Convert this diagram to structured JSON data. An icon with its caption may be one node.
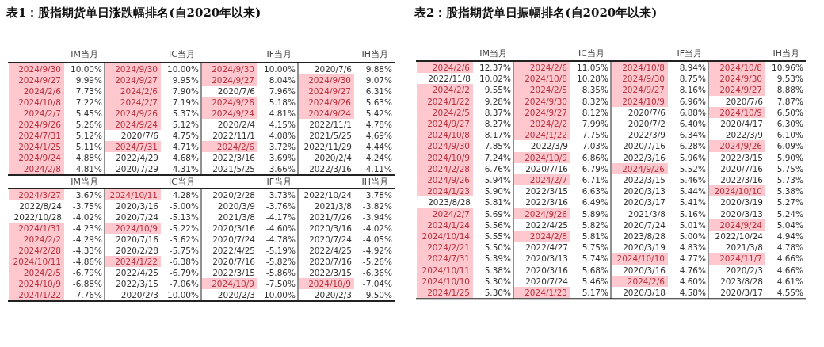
{
  "diagram": {
    "nodes": [
      {
        "text": [
          "2024/9/30"
        ]
      },
      {
        "text": [
          "2024/9/30"
        ]
      },
      {
        "text": [
          "2024/9/30"
        ]
      },
      {
        "text": [
          "2024/9/27"
        ]
      },
      {
        "text": [
          "2024/9/27"
        ]
      },
      {
        "text": [
          "2024/9/27"
        ]
      },
      {
        "text": [
          "2024/9/30"
        ]
      },
      {
        "text": [
          "2024/2/6"
        ]
      },
      {
        "text": [
          "2024/2/6"
        ]
      },
      {
        "text": [
          "2024/9/27"
        ]
      },
      {
        "text": [
          "2024/10/8"
        ]
      },
      {
        "text": [
          "2024/2/7"
        ]
      },
      {
        "text": [
          "2024/9/26"
        ]
      },
      {
        "text": [
          "2024/9/26"
        ]
      },
      {
        "text": [
          "2024/2/7"
        ]
      },
      {
        "text": [
          "2024/9/26"
        ]
      },
      {
        "text": [
          "2024/9/24"
        ]
      },
      {
        "text": [
          "2024/9/24"
        ]
      },
      {
        "text": [
          "2024/9/26"
        ]
      },
      {
        "text": [
          "2024/9/24"
        ]
      },
      {
        "text": [
          "2024/7/31"
        ]
      },
      {
        "text": [
          "2024/1/25"
        ]
      },
      {
        "text": [
          "2024/7/31"
        ]
      },
      {
        "text": [
          "2024/2/6"
        ]
      },
      {
        "text": [
          "2024/9/24"
        ]
      },
      {
        "text": [
          "2024/2/8"
        ]
      },
      {
        "text": [
          "2024/3/27"
        ]
      },
      {
        "text": [
          "2024/10/11"
        ]
      },
      {
        "text": [
          "2024/1/31"
        ]
      },
      {
        "text": [
          "2024/10/9"
        ]
      },
      {
        "text": [
          "2024/2/2"
        ]
      },
      {
        "text": [
          "2024/2/28"
        ]
      },
      {
        "text": [
          "2024/10/11"
        ]
      },
      {
        "text": [
          "2024/1/22"
        ]
      },
      {
        "text": [
          "2024/2/5"
        ]
      },
      {
        "text": [
          "2024/10/9"
        ]
      },
      {
        "text": [
          "2024/10/9"
        ]
      },
      {
        "text": [
          "2024/10/9"
        ]
      },
      {
        "text": [
          "2024/1/22"
        ]
      },
      {
        "text": [
          "2024/2/6"
        ]
      },
      {
        "text": [
          "2024/2/6"
        ]
      },
      {
        "text": [
          "2024/10/8"
        ]
      },
      {
        "text": [
          "2024/10/8"
        ]
      },
      {
        "text": [
          "2024/10/8"
        ]
      },
      {
        "text": [
          "2024/9/30"
        ]
      },
      {
        "text": [
          "2024/9/30"
        ]
      },
      {
        "text": [
          "2024/2/2"
        ]
      },
      {
        "text": [
          "2024/2/5"
        ]
      },
      {
        "text": [
          "2024/9/27"
        ]
      },
      {
        "text": [
          "2024/9/27"
        ]
      },
      {
        "text": [
          "2024/1/22"
        ]
      },
      {
        "text": [
          "2024/9/30"
        ]
      },
      {
        "text": [
          "2024/10/9"
        ]
      },
      {
        "text": [
          "2024/2/5"
        ]
      },
      {
        "text": [
          "2024/9/27"
        ]
      },
      {
        "text": [
          "2024/10/9"
        ]
      },
      {
        "text": [
          "2024/9/27"
        ]
      },
      {
        "text": [
          "2024/2/2"
        ]
      },
      {
        "text": [
          "2024/10/8"
        ]
      },
      {
        "text": [
          "2024/1/22"
        ]
      },
      {
        "text": [
          "2024/9/30"
        ]
      },
      {
        "text": [
          "2024/9/26"
        ]
      },
      {
        "text": [
          "2024/10/9"
        ]
      },
      {
        "text": [
          "2024/10/9"
        ]
      },
      {
        "text": [
          "2024/2/28"
        ]
      },
      {
        "text": [
          "2024/9/26"
        ]
      },
      {
        "text": [
          "2024/9/26"
        ]
      },
      {
        "text": [
          "2024/2/7"
        ]
      },
      {
        "text": [
          "2024/1/23"
        ]
      },
      {
        "text": [
          "2024/10/10"
        ]
      },
      {
        "text": [
          "2024/2/7"
        ]
      },
      {
        "text": [
          "2024/9/26"
        ]
      },
      {
        "text": [
          "2024/1/24"
        ]
      },
      {
        "text": [
          "2024/9/24"
        ]
      },
      {
        "text": [
          "2024/10/14"
        ]
      },
      {
        "text": [
          "2024/2/8"
        ]
      },
      {
        "text": [
          "2024/2/21"
        ]
      },
      {
        "text": [
          "2024/7/31"
        ]
      },
      {
        "text": [
          "2024/10/10"
        ]
      },
      {
        "text": [
          "2024/11/7"
        ]
      },
      {
        "text": [
          "2024/10/11"
        ]
      },
      {
        "text": [
          "2024/10/10"
        ]
      },
      {
        "text": [
          "2024/2/6"
        ]
      },
      {
        "text": [
          "2024/1/25"
        ]
      },
      {
        "text": [
          "2024/1/23"
        ]
      }
    ],
    "labels": [
      "表1：股指期货单日涨跌幅排名(自2020年以来)",
      "IM当月",
      "IC当月",
      "IF当月",
      "IH当月",
      "10.00%",
      "10.00%",
      "10.00%",
      "2020/7/6",
      "9.88%",
      "9.99%",
      "9.95%",
      "8.04%",
      "9.07%",
      "7.73%",
      "7.90%",
      "2020/7/6",
      "7.96%",
      "6.31%",
      "7.22%",
      "7.19%",
      "5.18%",
      "5.63%",
      "5.45%",
      "5.37%",
      "4.81%",
      "5.42%",
      "5.26%",
      "5.12%",
      "2020/2/4",
      "4.15%",
      "2022/11/1",
      "4.78%",
      "5.12%",
      "2020/7/6",
      "4.75%",
      "2022/11/1",
      "4.08%",
      "2021/5/25",
      "4.69%",
      "5.11%",
      "4.71%",
      "3.72%",
      "2022/11/29",
      "4.44%",
      "4.88%",
      "2022/4/29",
      "4.68%",
      "2022/3/16",
      "3.69%",
      "2020/2/4",
      "4.24%",
      "4.81%",
      "2020/7/29",
      "4.31%",
      "2021/5/25",
      "3.66%",
      "2022/3/16",
      "4.11%",
      "IM当月",
      "IC当月",
      "IF当月",
      "IH当月",
      "-3.67%",
      "-4.28%",
      "2020/2/28",
      "-3.73%",
      "2022/10/24",
      "-3.78%",
      "2022/8/24",
      "-3.75%",
      "2020/3/16",
      "-5.00%",
      "2020/3/9",
      "-3.76%",
      "2021/3/8",
      "-3.82%",
      "2022/10/28",
      "-4.02%",
      "2020/7/24",
      "-5.13%",
      "2021/3/8",
      "-4.17%",
      "2021/7/26",
      "-3.94%",
      "-4.23%",
      "-5.22%",
      "2020/3/16",
      "-4.60%",
      "2020/3/16",
      "-4.02%",
      "-4.29%",
      "2020/7/16",
      "-5.62%",
      "2020/7/24",
      "-4.78%",
      "2020/7/24",
      "-4.05%",
      "-4.33%",
      "2020/2/28",
      "-5.75%",
      "2022/4/25",
      "-5.19%",
      "2022/4/25",
      "-4.92%",
      "-4.86%",
      "-6.38%",
      "2020/7/16",
      "-5.82%",
      "2020/7/16",
      "-5.26%",
      "-6.79%",
      "2022/4/25",
      "-6.79%",
      "2022/3/15",
      "-5.86%",
      "2022/3/15",
      "-6.36%",
      "-6.88%",
      "2022/3/15",
      "-7.06%",
      "-7.50%",
      "-7.04%",
      "-7.76%",
      "2020/2/3",
      "-10.00%",
      "2020/2/3",
      "-10.00%",
      "2020/2/3",
      "-9.50%",
      "表2：股指期货单日振幅排名(自2020年以来)",
      "IM当月",
      "IC当月",
      "IF当月",
      "IH当月",
      "12.37%",
      "11.05%",
      "8.94%",
      "10.96%",
      "2022/11/8",
      "10.02%",
      "10.28%",
      "8.75%",
      "9.53%",
      "9.55%",
      "8.35%",
      "8.16%",
      "8.88%",
      "9.28%",
      "8.32%",
      "6.96%",
      "2020/7/6",
      "7.87%",
      "8.37%",
      "8.12%",
      "2020/7/6",
      "6.88%",
      "6.50%",
      "8.27%",
      "7.99%",
      "2020/7/2",
      "6.40%",
      "2020/4/17",
      "6.30%",
      "8.17%",
      "7.75%",
      "2022/3/9",
      "6.34%",
      "2022/3/9",
      "6.10%",
      "7.85%",
      "2022/3/9",
      "7.03%",
      "2020/7/16",
      "6.28%",
      "6.09%",
      "7.24%",
      "6.86%",
      "2022/3/16",
      "5.96%",
      "2022/3/15",
      "5.90%",
      "6.76%",
      "2020/7/16",
      "6.79%",
      "5.52%",
      "2020/7/16",
      "5.75%",
      "5.94%",
      "6.71%",
      "2022/3/15",
      "5.46%",
      "2022/3/16",
      "5.73%",
      "5.90%",
      "2022/3/15",
      "6.63%",
      "2020/3/13",
      "5.44%",
      "5.38%",
      "2023/8/28",
      "5.81%",
      "2022/3/16",
      "6.49%",
      "2020/3/17",
      "5.41%",
      "2020/3/19",
      "5.27%",
      "5.69%",
      "5.89%",
      "2021/3/8",
      "5.16%",
      "2020/3/13",
      "5.24%",
      "5.56%",
      "2022/4/25",
      "5.82%",
      "2020/7/24",
      "5.01%",
      "5.04%",
      "5.55%",
      "5.81%",
      "2023/8/28",
      "5.00%",
      "2022/10/24",
      "4.94%",
      "5.50%",
      "2022/4/27",
      "5.75%",
      "2020/3/19",
      "4.83%",
      "2021/3/8",
      "4.78%",
      "5.39%",
      "2020/3/13",
      "5.74%",
      "4.77%",
      "4.66%",
      "5.38%",
      "2020/3/16",
      "5.68%",
      "2020/3/16",
      "4.76%",
      "2020/2/3",
      "4.66%",
      "5.30%",
      "2020/7/24",
      "5.46%",
      "4.60%",
      "2023/8/28",
      "4.61%",
      "5.30%",
      "5.17%",
      "2020/3/18",
      "4.58%",
      "2020/3/17",
      "4.55%"
    ]
  }
}
